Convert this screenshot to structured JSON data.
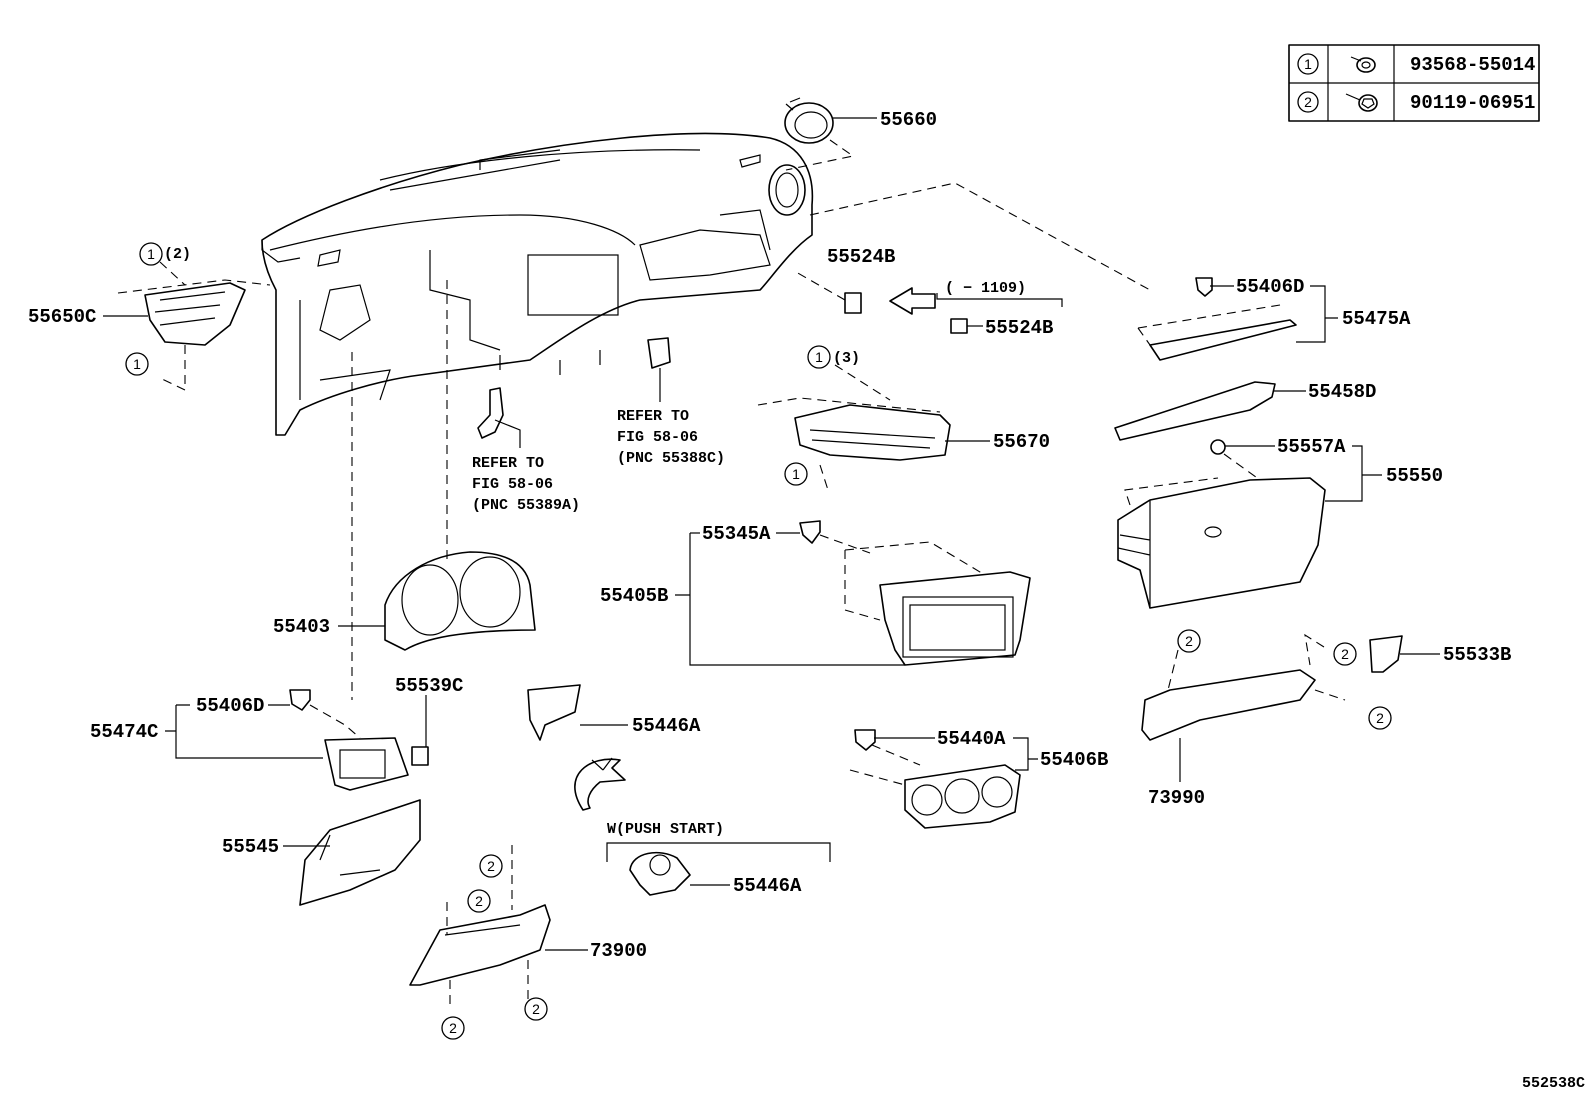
{
  "diagram_id": "552538C",
  "legend": [
    {
      "num": "1",
      "part": "93568-55014",
      "icon": "screw-washer-icon"
    },
    {
      "num": "2",
      "part": "90119-06951",
      "icon": "bolt-washer-icon"
    }
  ],
  "labels": {
    "p55660": "55660",
    "p55524B_a": "55524B",
    "p55524B_b": "55524B",
    "range_1109": "( − 1109)",
    "p55406D_a": "55406D",
    "p55475A": "55475A",
    "p55458D": "55458D",
    "p55557A": "55557A",
    "p55550": "55550",
    "p55650C": "55650C",
    "p55670": "55670",
    "p55345A": "55345A",
    "p55405B": "55405B",
    "p55403": "55403",
    "p55539C": "55539C",
    "p55406D_b": "55406D",
    "p55474C": "55474C",
    "p55446A_a": "55446A",
    "p55446A_b": "55446A",
    "p55545": "55545",
    "p55440A": "55440A",
    "p55406B": "55406B",
    "p73990": "73990",
    "p55533B": "55533B",
    "p73900": "73900",
    "push_start": "W(PUSH START)",
    "qty_1_2": "(2)",
    "qty_1_3": "(3)"
  },
  "notes": {
    "ref_a": [
      "REFER TO",
      "FIG 58-06",
      "(PNC 55389A)"
    ],
    "ref_b": [
      "REFER TO",
      "FIG 58-06",
      "(PNC 55388C)"
    ]
  },
  "callouts": [
    "1",
    "1",
    "1",
    "1",
    "2",
    "2",
    "2",
    "2",
    "2",
    "2",
    "2",
    "2"
  ]
}
